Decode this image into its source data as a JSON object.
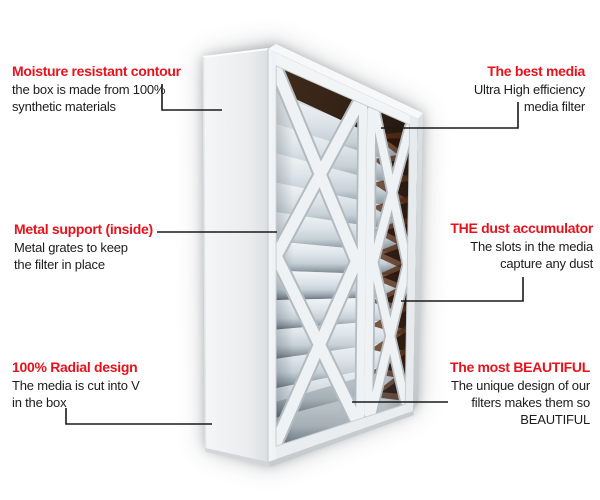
{
  "illustration": {
    "alt": "White pleated-media air filter box seen in 3D perspective, front support lattice with X pattern, plain white side panel",
    "type": "product-photo-callout-diagram"
  },
  "colors": {
    "accent_red": "#e8121c",
    "body_text": "#1c1c1c",
    "callout_line": "#1a1a1a",
    "filter_frame_white": "#eef1f3",
    "pleat_shadow_brown": "#4a2a16"
  },
  "labels": {
    "left": [
      {
        "id": "moisture-resistant-contour",
        "heading": "Moisture resistant contour",
        "body": "the box is made from 100%\nsynthetic materials"
      },
      {
        "id": "metal-support",
        "heading": "Metal support (inside)",
        "body": "Metal grates to keep\nthe filter in place"
      },
      {
        "id": "radial-design",
        "heading": "100% Radial design",
        "body": "The media is cut into V\nin the box"
      }
    ],
    "right": [
      {
        "id": "best-media",
        "heading": "The best media",
        "body": "Ultra High efficiency\nmedia filter"
      },
      {
        "id": "dust-accumulator",
        "heading": "THE dust accumulator",
        "body": "The slots in the media\ncapture any dust"
      },
      {
        "id": "most-beautiful",
        "heading": "The most BEAUTIFUL",
        "body": "The unique design of our\nfilters makes them so\nBEAUTIFUL"
      }
    ]
  }
}
